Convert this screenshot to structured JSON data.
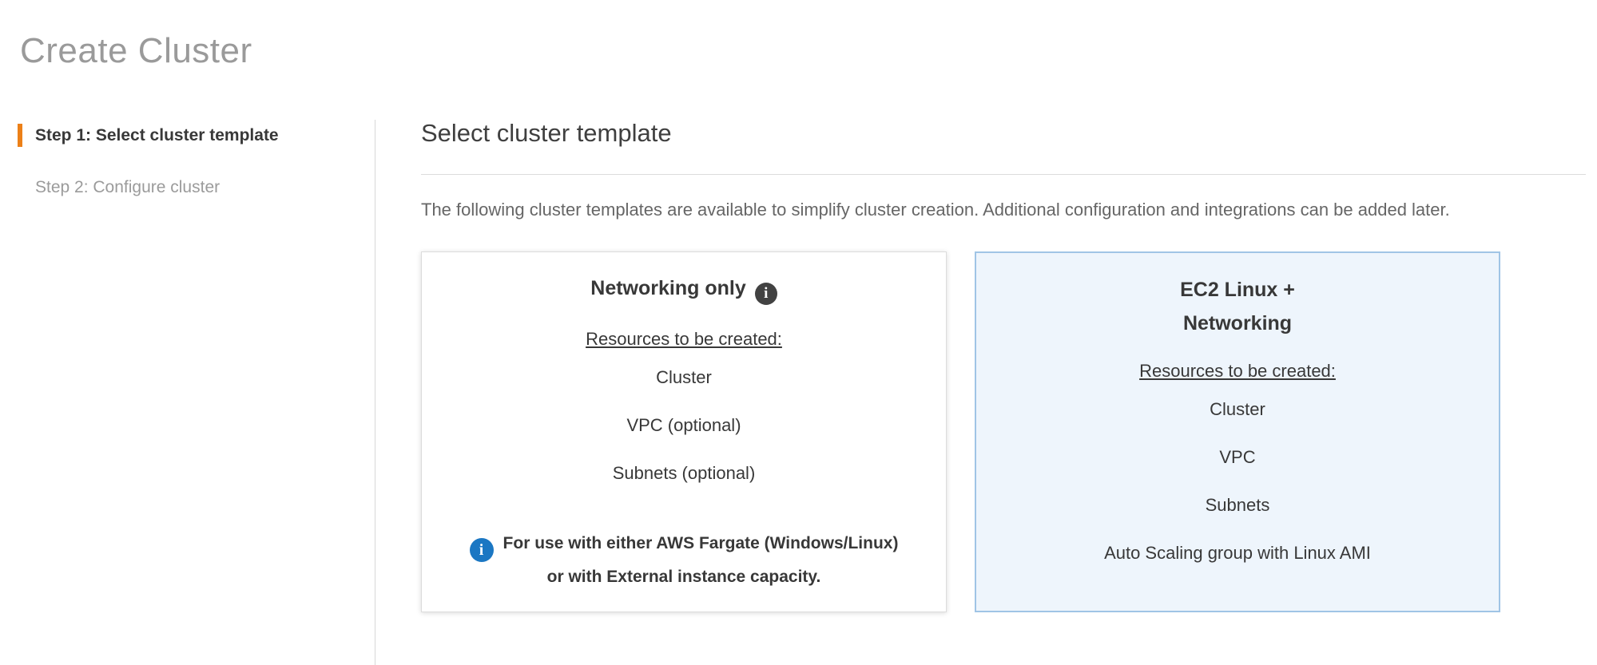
{
  "page": {
    "title": "Create Cluster"
  },
  "steps": [
    {
      "label": "Step 1: Select cluster template",
      "active": true
    },
    {
      "label": "Step 2: Configure cluster",
      "active": false
    }
  ],
  "main": {
    "heading": "Select cluster template",
    "description": "The following cluster templates are available to simplify cluster creation. Additional configuration and integrations can be added later.",
    "templates": [
      {
        "title": "Networking only",
        "resources_label": "Resources to be created:",
        "resources": [
          "Cluster",
          "VPC (optional)",
          "Subnets (optional)"
        ],
        "note": "For use with either AWS Fargate (Windows/Linux) or with External instance capacity.",
        "selected": false
      },
      {
        "title": "EC2 Linux + Networking",
        "resources_label": "Resources to be created:",
        "resources": [
          "Cluster",
          "VPC",
          "Subnets",
          "Auto Scaling group with Linux AMI"
        ],
        "selected": true
      }
    ]
  },
  "icons": {
    "info_glyph": "i"
  },
  "colors": {
    "accent_orange": "#ec8018",
    "info_blue": "#1b77c3",
    "icon_dark": "#424242",
    "selected_card_bg": "#eef5fc",
    "selected_card_border": "#a0c4e5"
  }
}
